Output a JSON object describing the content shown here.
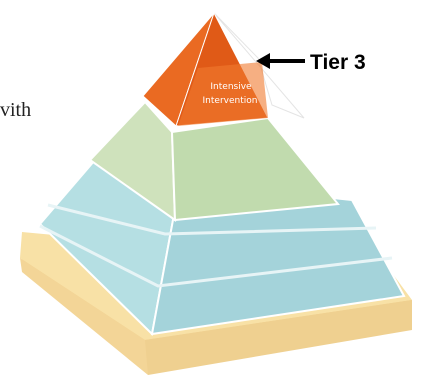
{
  "side_text": "vith",
  "tier3": {
    "callout_label": "Tier 3",
    "top_label_line1": "Intensive",
    "top_label_line2": "Intervention"
  },
  "colors": {
    "base": "#f6dc9c",
    "tier1": "#a8d6dc",
    "tier2": "#c5dcb1",
    "tier3": "#e8651c",
    "outline": "#ffffff"
  }
}
